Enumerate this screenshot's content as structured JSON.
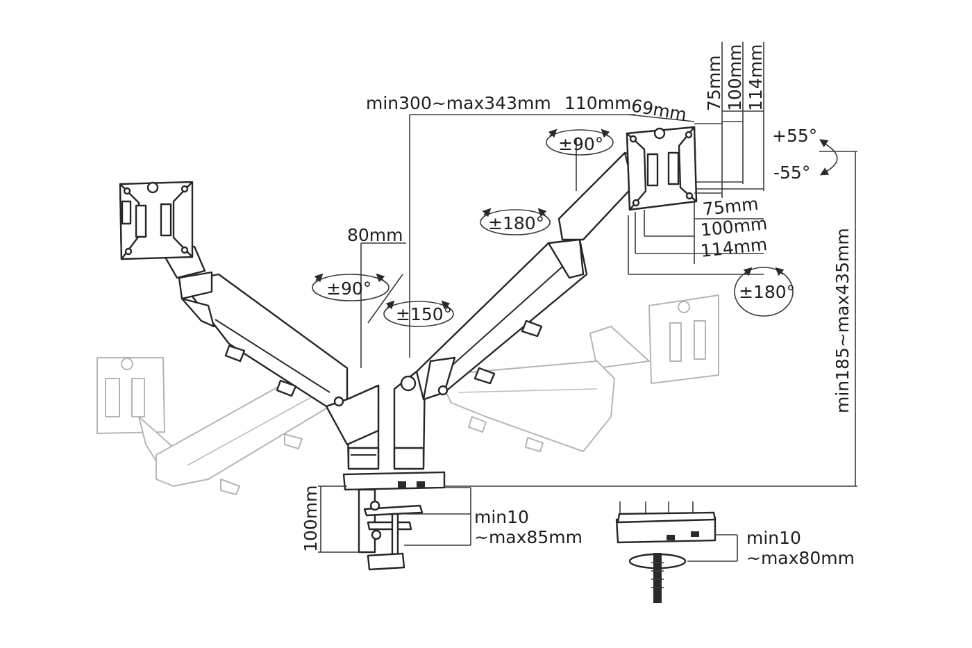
{
  "labels": {
    "arm_span": "min300~max343mm",
    "arm_offset": "110mm",
    "tilt_plate": "69mm",
    "vesa_v75": "75mm",
    "vesa_v100": "100mm",
    "vesa_v114": "114mm",
    "tilt_up": "+55°",
    "tilt_down": "-55°",
    "rot_top": "±90°",
    "rot_arm": "±180°",
    "vesa_h75": "75mm",
    "vesa_h100": "100mm",
    "vesa_h114": "114mm",
    "spin_180": "±180°",
    "height_range": "min185~max435mm",
    "pole_offset": "80mm",
    "rot_left": "±90°",
    "rot_base": "±150°",
    "clamp_height": "100mm",
    "clamp_min": "min10",
    "clamp_max": "~max85mm",
    "grommet_min": "min10",
    "grommet_max": "~max80mm"
  },
  "colors": {
    "line": "#2a2a2a",
    "ghost": "#b5b5b5",
    "background": "#ffffff"
  }
}
